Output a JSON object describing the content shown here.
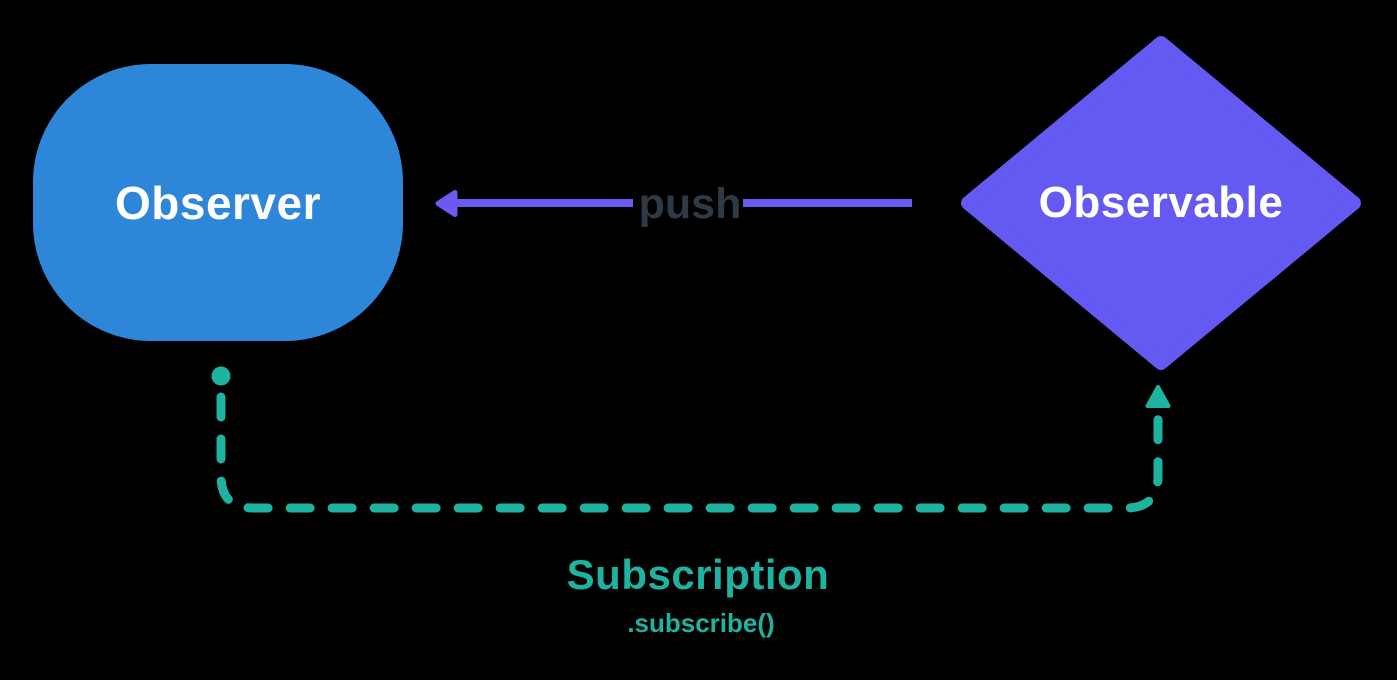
{
  "colors": {
    "background": "#000000",
    "observer_blue": "#2D86D8",
    "observable_purple": "#6459F2",
    "push_arrow_purple": "#6B5AF0",
    "push_text_dark": "#2E3A46",
    "subscription_teal": "#1EB2A0",
    "label_white": "#FFFFFF"
  },
  "diagram": {
    "nodes": {
      "observer": {
        "label": "Observer",
        "shape": "squircle"
      },
      "observable": {
        "label": "Observable",
        "shape": "diamond"
      }
    },
    "edges": {
      "push": {
        "label": "push",
        "from": "Observable",
        "to": "Observer",
        "style": "solid-arrow-left"
      },
      "subscription": {
        "title": "Subscription",
        "method": ".subscribe()",
        "from": "Observer",
        "to": "Observable",
        "style": "dashed-arrow-up"
      }
    }
  }
}
